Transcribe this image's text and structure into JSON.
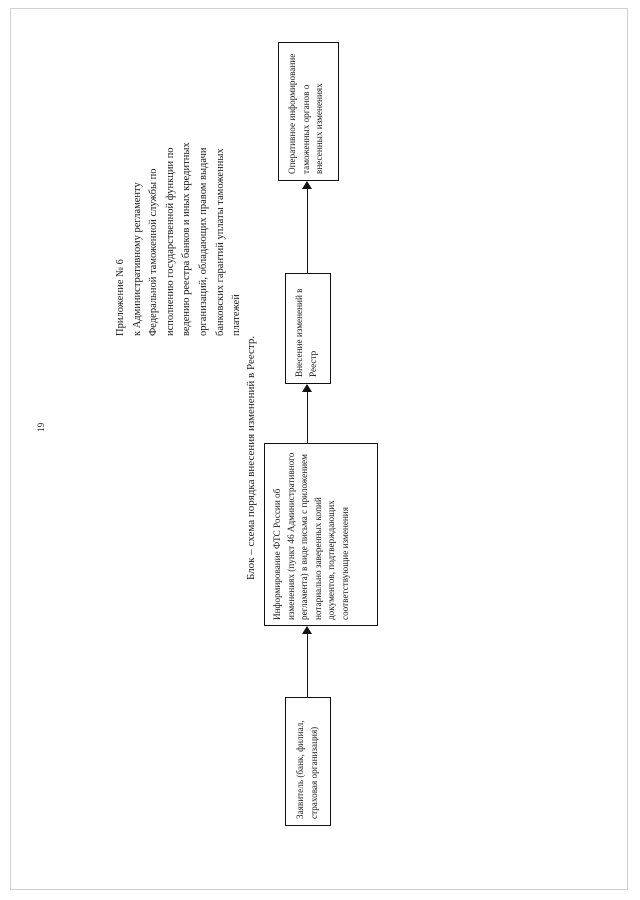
{
  "document": {
    "page_number": "19",
    "appendix_header": {
      "lines": [
        "Приложение № 6",
        "к Административному регламенту",
        "Федеральной таможенной службы по",
        "исполнению  государственной  функции по",
        "ведению реестра банков и иных кредитных",
        "организаций, обладающих правом  выдачи",
        "банковских гарантий уплаты  таможенных",
        "платежей"
      ]
    },
    "figure_caption": "Блок – схема порядка внесения изменений в Реестр."
  },
  "flowchart": {
    "type": "flow-diagram",
    "orientation": "bottom-to-top",
    "nodes": [
      {
        "id": "applicant",
        "label": "Заявитель (банк, филиал, страховая организация)"
      },
      {
        "id": "informing",
        "label": "Информирование ФТС России об изменениях (пункт 46 Административного регламента) в виде письма с приложением нотариально заверенных копий документов, подтверждающих соответствующие изменения"
      },
      {
        "id": "register",
        "label": "Внесение изменений в Реестр"
      },
      {
        "id": "notify",
        "label": "Оперативное информирование таможенных органов о внесенных изменениях"
      }
    ],
    "edges": [
      {
        "from": "applicant",
        "to": "informing"
      },
      {
        "from": "informing",
        "to": "register"
      },
      {
        "from": "register",
        "to": "notify"
      }
    ]
  }
}
